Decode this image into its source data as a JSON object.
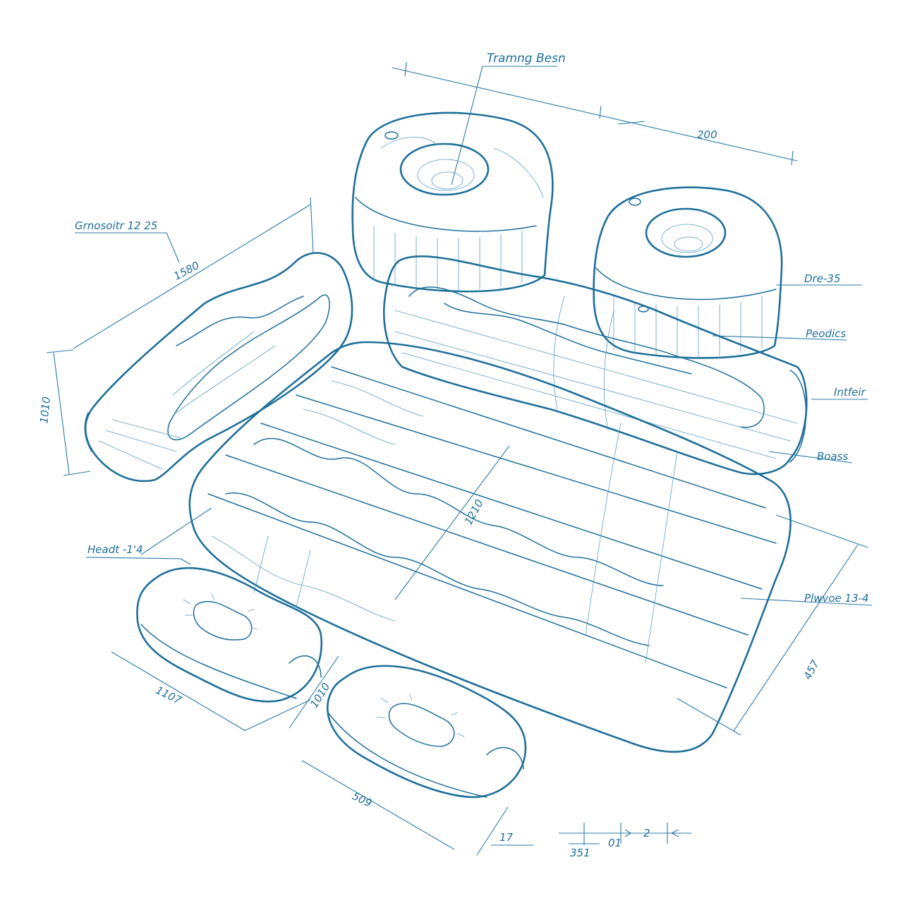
{
  "drawing": {
    "title_callout": "Tramng Besn",
    "style": "blueprint line sketch",
    "ink_color": "#1f6f99",
    "background": "#ffffff"
  },
  "components": [
    {
      "id": "pouf-left",
      "name": "Round inflatable pouf (left)"
    },
    {
      "id": "pouf-right",
      "name": "Round inflatable pouf (right)"
    },
    {
      "id": "backrest-left",
      "name": "Wavy inflatable backrest (left)"
    },
    {
      "id": "backrest-right",
      "name": "Wavy inflatable backrest (right)"
    },
    {
      "id": "mattress",
      "name": "Ribbed inflatable mattress"
    },
    {
      "id": "pillow-1",
      "name": "Inflatable pillow (upper)"
    },
    {
      "id": "pillow-2",
      "name": "Inflatable pillow (lower)"
    }
  ],
  "labels": {
    "top": "Tramng Besn",
    "left_upper": "Grnosoitr 12 25",
    "right_1": "Dre-35",
    "right_2": "Peodics",
    "right_3": "Intfeir",
    "right_4": "Boass",
    "right_5": "Plwvoe 13-4",
    "left_lower": "Headt -1'4"
  },
  "dimensions": {
    "top_length": "200",
    "backrest_length": "1580",
    "backrest_height": "1010",
    "mattress_width": "1210",
    "mattress_depth": "457",
    "pillow1_width": "1107",
    "pillow_gap": "1010",
    "pillow2_width": "509",
    "bottom_17": "17",
    "bottom_351": "351",
    "bottom_01": "01",
    "bottom_2": "2"
  }
}
